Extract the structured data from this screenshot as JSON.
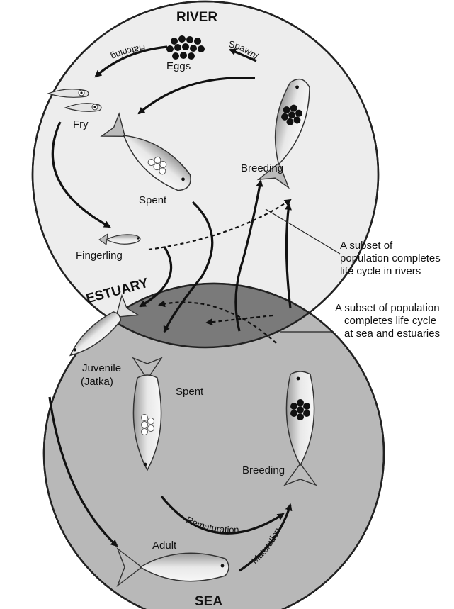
{
  "zones": {
    "river": "RIVER",
    "estuary": "ESTUARY",
    "sea": "SEA"
  },
  "stages": {
    "eggs": "Eggs",
    "fry": "Fry",
    "fingerling": "Fingerling",
    "spent_river": "Spent",
    "breeding_river": "Breeding",
    "juvenile_line1": "Juvenile",
    "juvenile_line2": "(Jatka)",
    "spent_sea": "Spent",
    "breeding_sea": "Breeding",
    "adult": "Adult"
  },
  "arrows": {
    "hatching": "Hatching",
    "spawning": "Spawning",
    "rematuration": "Rematuration",
    "maturation": "Maturation"
  },
  "notes": {
    "river_subset": [
      "A subset of",
      "population completes",
      "life cycle in rivers"
    ],
    "sea_subset": [
      "A subset of population",
      "completes life cycle",
      "at sea and estuaries"
    ]
  },
  "colors": {
    "river_fill": "#ededed",
    "estuary_fill": "#777777",
    "sea_fill": "#b8b8b8",
    "outline": "#222222"
  }
}
